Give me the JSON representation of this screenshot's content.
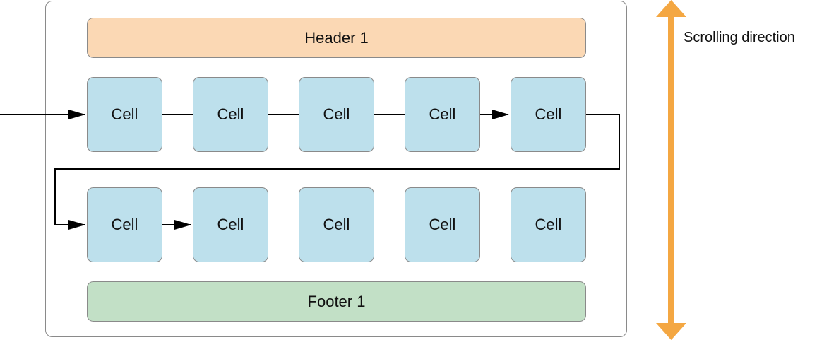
{
  "header": {
    "label": "Header 1"
  },
  "footer": {
    "label": "Footer 1"
  },
  "cells": {
    "row1": [
      "Cell",
      "Cell",
      "Cell",
      "Cell",
      "Cell"
    ],
    "row2": [
      "Cell",
      "Cell",
      "Cell",
      "Cell",
      "Cell"
    ]
  },
  "scroll": {
    "label": "Scrolling direction"
  },
  "colors": {
    "header_fill": "#fbd8b4",
    "footer_fill": "#c2e0c6",
    "cell_fill": "#bde0ec",
    "scroll_arrow": "#f4a742",
    "border": "#8a8a8a",
    "flow_line": "#000000"
  }
}
